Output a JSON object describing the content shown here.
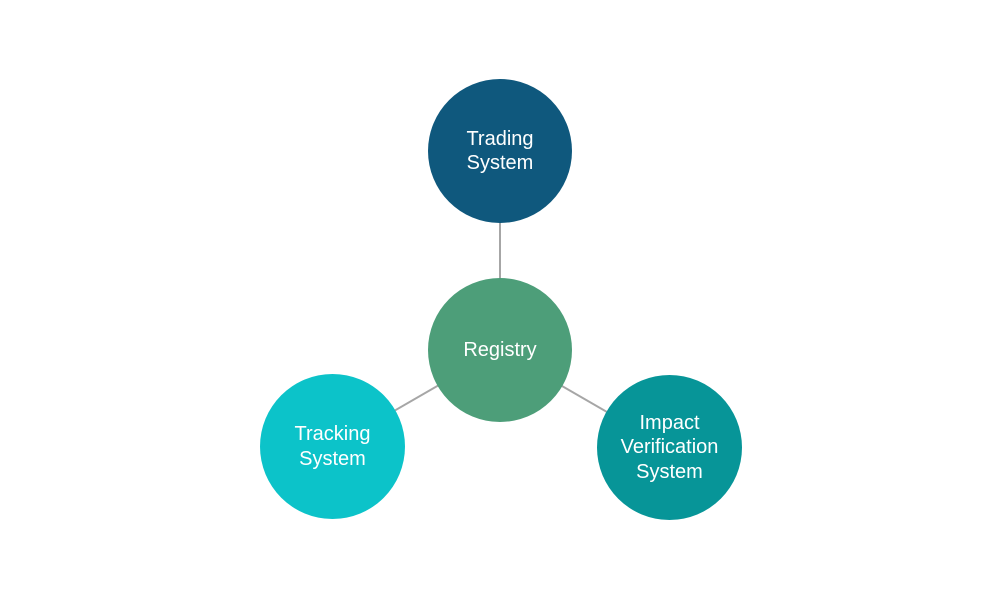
{
  "diagram": {
    "background": "#ffffff",
    "text_color": "#ffffff",
    "connector_color": "#a6a6a6",
    "nodes": {
      "trading": {
        "label": "Trading\nSystem",
        "color": "#0f587d"
      },
      "registry": {
        "label": "Registry",
        "color": "#4d9e79"
      },
      "tracking": {
        "label": "Tracking\nSystem",
        "color": "#0cc3c9"
      },
      "impact": {
        "label": "Impact\nVerification\nSystem",
        "color": "#079598"
      }
    },
    "edges": [
      {
        "from": "registry",
        "to": "trading"
      },
      {
        "from": "registry",
        "to": "tracking"
      },
      {
        "from": "registry",
        "to": "impact"
      }
    ]
  }
}
